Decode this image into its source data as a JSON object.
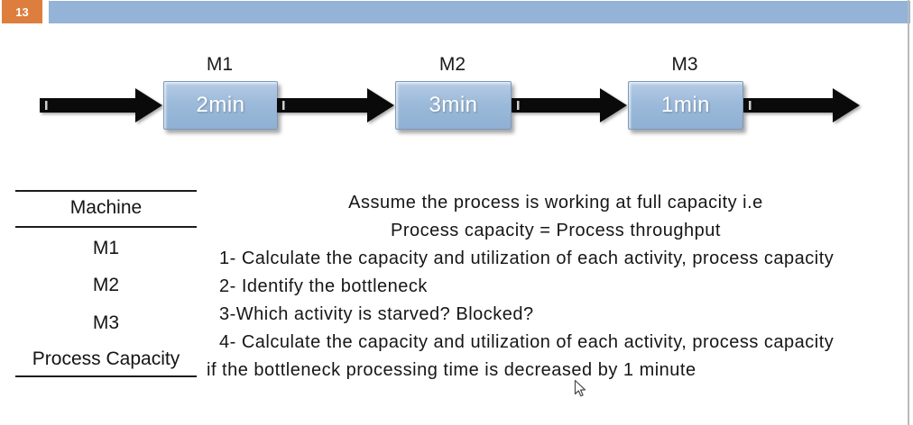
{
  "slide": {
    "number": "13"
  },
  "colors": {
    "accent_orange": "#DD7E3E",
    "accent_blue": "#95B3D7",
    "machine_box_fill": "#9CBADA",
    "machine_box_border": "#7D99B8",
    "arrow_fill": "#0A0A0A",
    "text": "#161616"
  },
  "flow": {
    "machines": [
      {
        "name": "M1",
        "time": "2min"
      },
      {
        "name": "M2",
        "time": "3min"
      },
      {
        "name": "M3",
        "time": "1min"
      }
    ]
  },
  "table": {
    "header": "Machine",
    "rows": [
      "M1",
      "M2",
      "M3",
      "Process Capacity"
    ]
  },
  "instructions": {
    "lines": [
      "Assume the process is working at full capacity i.e",
      "Process capacity = Process throughput",
      "1- Calculate the capacity and utilization of each activity, process capacity",
      "2- Identify the bottleneck",
      "3-Which activity is starved? Blocked?",
      "4- Calculate the capacity and utilization of each activity, process capacity",
      "if the bottleneck processing time is decreased by 1 minute"
    ]
  }
}
